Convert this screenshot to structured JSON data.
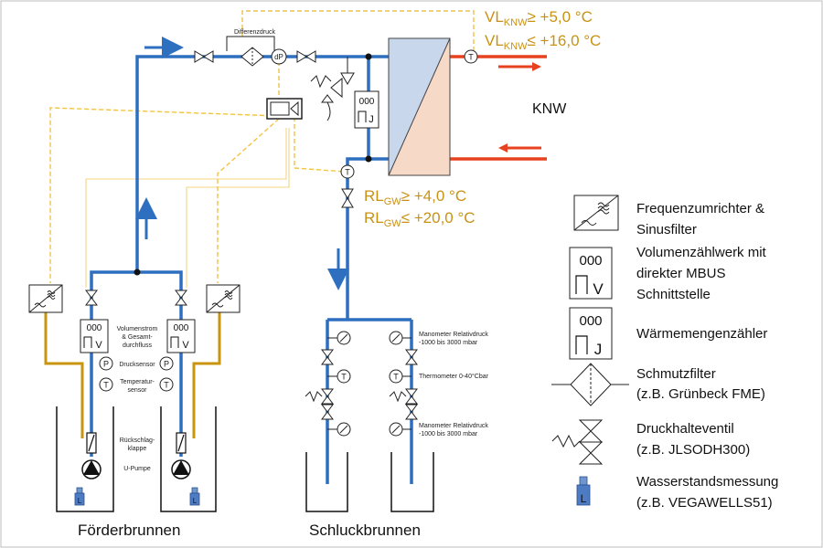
{
  "labels": {
    "differenzdruck": "Differenzdruck",
    "dp": "dP",
    "vl_line1_main": "VL",
    "vl_line1_sub": "KNW",
    "vl_line1_val": "≥ +5,0 °C",
    "vl_line2_main": "VL",
    "vl_line2_sub": "KNW",
    "vl_line2_val": "≤ +16,0 °C",
    "knw": "KNW",
    "rl_line1_main": "RL",
    "rl_line1_sub": "GW",
    "rl_line1_val": "≥ +4,0 °C",
    "rl_line2_main": "RL",
    "rl_line2_sub": "GW",
    "rl_line2_val": "≤ +20,0 °C",
    "volumenstrom_1": "Volumenstrom",
    "volumenstrom_2": "& Gesamt-",
    "volumenstrom_3": "durchfluss",
    "drucksensor": "Drucksensor",
    "temperatur_1": "Temperatur-",
    "temperatur_2": "sensor",
    "rueckschlag_1": "Rückschlag-",
    "rueckschlag_2": "klappe",
    "upumpe": "U-Pumpe",
    "manometer_top_1": "Manometer Relativdruck",
    "manometer_top_2": "-1000 bis 3000 mbar",
    "thermometer": "Thermometer 0-40°Cbar",
    "manometer_bot_1": "Manometer Relativdruck",
    "manometer_bot_2": "-1000 bis 3000 mbar",
    "foerderbrunnen": "Förderbrunnen",
    "schluckbrunnen": "Schluckbrunnen",
    "meter_digits": "000",
    "meter_v": "V",
    "meter_j": "J",
    "sym_t": "T",
    "sym_p": "P",
    "sym_l": "L"
  },
  "legend": {
    "freq_1": "Frequenzumrichter &",
    "freq_2": "Sinusfilter",
    "vol_1": "Volumenzählwerk mit",
    "vol_2": "direkter MBUS",
    "vol_3": "Schnittstelle",
    "waerme": "Wärmemengenzähler",
    "schmutz_1": "Schmutzfilter",
    "schmutz_2": "(z.B. Grünbeck FME)",
    "druck_1": "Druckhalteventil",
    "druck_2": "(z.B.  JLSODH300)",
    "wasser_1": "Wasserstandsmessung",
    "wasser_2": "(z.B.  VEGAWELLS51)"
  },
  "colors": {
    "pipe_blue": "#2e6fc0",
    "pipe_red": "#e8411f",
    "cable_gold": "#c9950f",
    "signal_dashed": "#f0c246",
    "temp_label": "#c89214",
    "hx_cold": "#c9d7ec",
    "hx_warm": "#f6d9c6"
  }
}
